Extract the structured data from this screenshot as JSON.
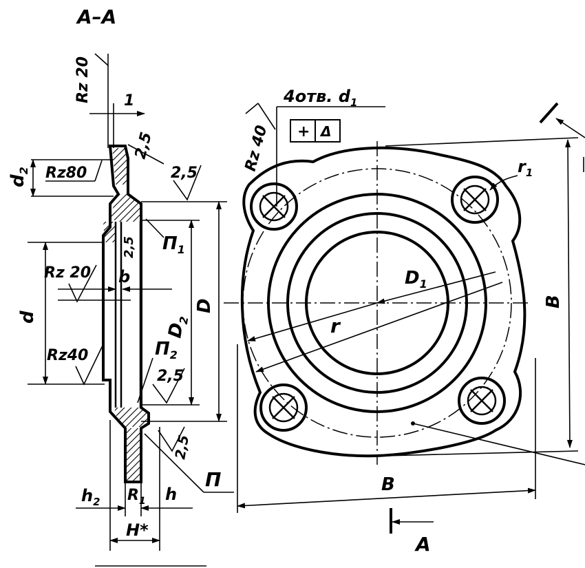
{
  "section": {
    "title": "A–A"
  },
  "labels": {
    "rz20_top": "Rz 20",
    "dim_1": "1",
    "dim_25_top": "2,5",
    "d2": "d",
    "d2_sub": "2",
    "rz80": "Rz80",
    "dim_25_mid": "2,5",
    "pi1": "П",
    "pi1_sub": "1",
    "dim_25_inner": "2,5",
    "rz20_mid": "Rz 20",
    "b": "b",
    "d": "d",
    "D": "D",
    "D2": "D",
    "D2_sub": "2",
    "rz40_left": "Rz40",
    "pi2": "П",
    "pi2_sub": "2",
    "dim_25_low": "2,5",
    "dim_25_bottom": "2,5",
    "pi": "П",
    "h2": "h",
    "h2_sub": "2",
    "R1": "R",
    "R1_sub": "1",
    "h": "h",
    "H": "H*",
    "holes_note": "4отв. d",
    "holes_sub": "1",
    "tol_plus": "+",
    "tol_delta": "Δ",
    "rz40_front": "Rz 40",
    "r1": "r",
    "r1_sub": "1",
    "D1": "D",
    "D1_sub": "1",
    "r": "r",
    "B_right": "B",
    "B_bottom": "B",
    "A_arrow": "A"
  }
}
